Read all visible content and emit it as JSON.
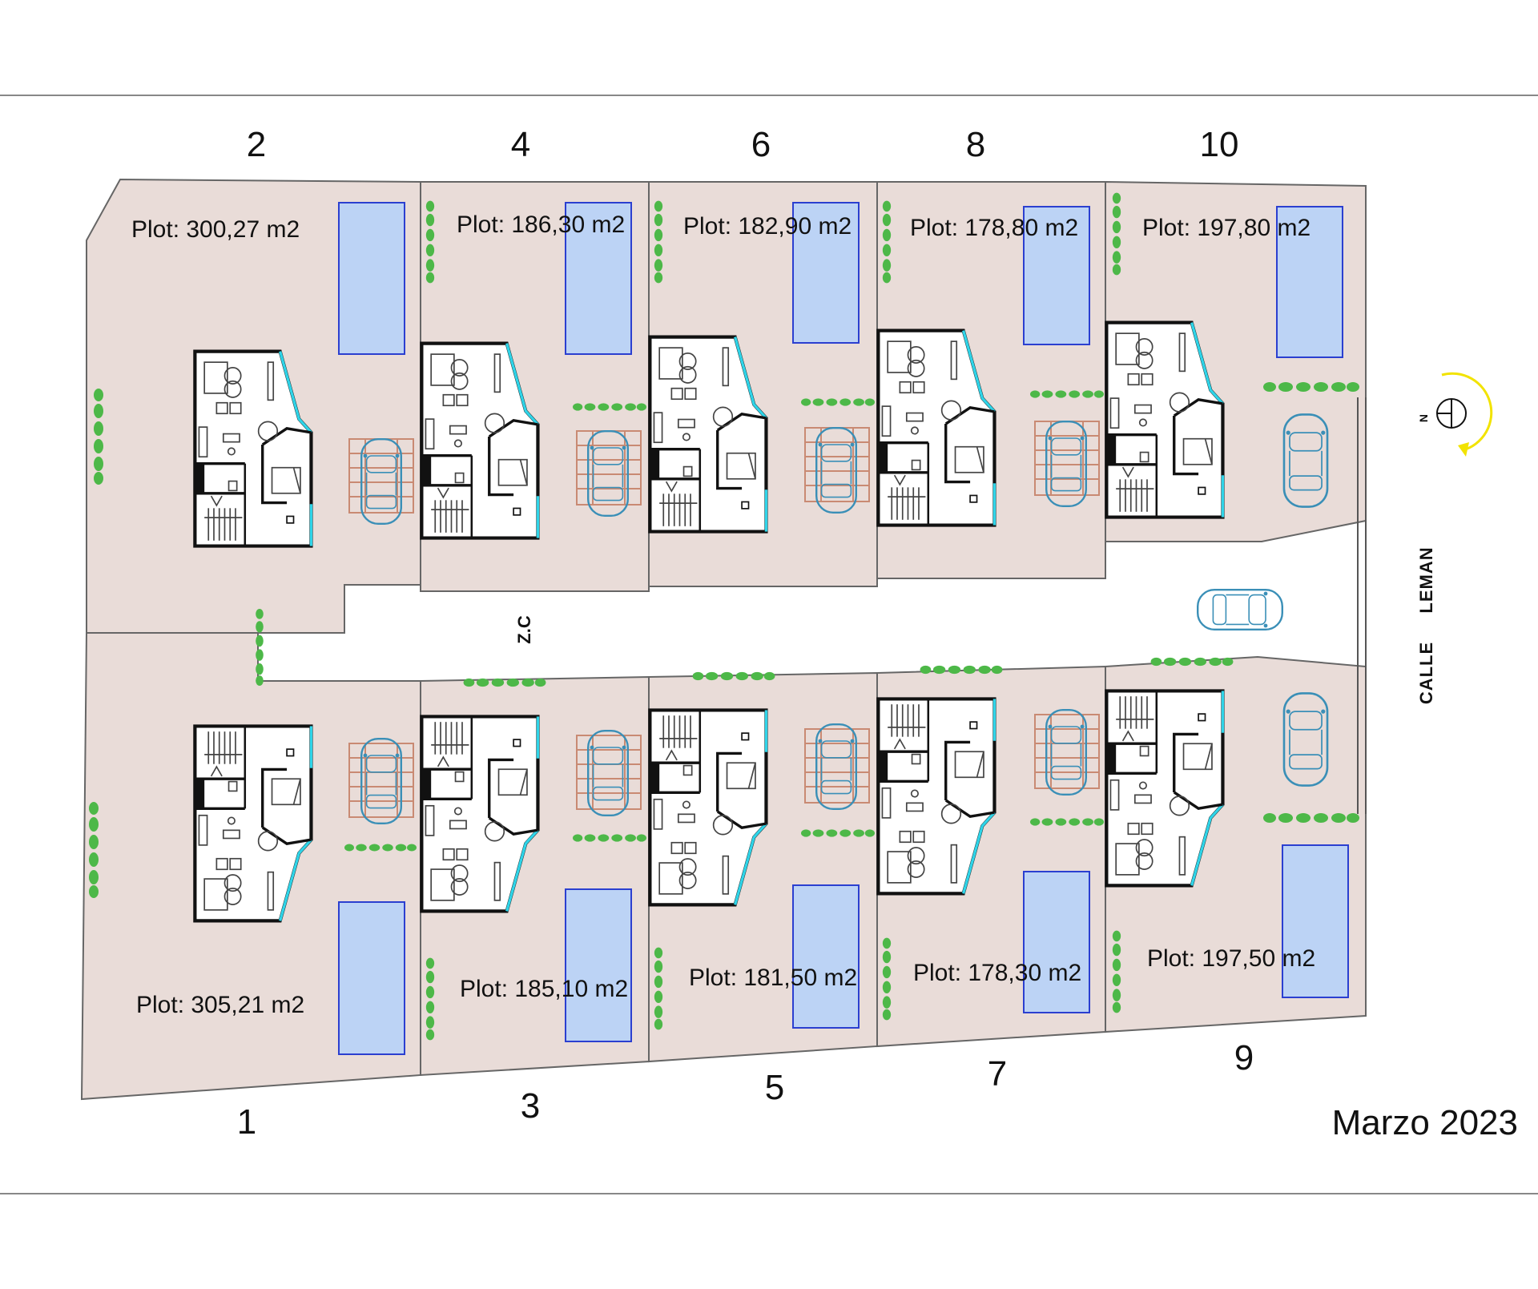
{
  "lots": [
    {
      "id": 2,
      "number": "2",
      "plot": "Plot: 300,27 m2",
      "row": "top"
    },
    {
      "id": 4,
      "number": "4",
      "plot": "Plot: 186,30 m2",
      "row": "top"
    },
    {
      "id": 6,
      "number": "6",
      "plot": "Plot: 182,90 m2",
      "row": "top"
    },
    {
      "id": 8,
      "number": "8",
      "plot": "Plot: 178,80 m2",
      "row": "top"
    },
    {
      "id": 10,
      "number": "10",
      "plot": "Plot: 197,80 m2",
      "row": "top"
    },
    {
      "id": 1,
      "number": "1",
      "plot": "Plot: 305,21 m2",
      "row": "bottom"
    },
    {
      "id": 3,
      "number": "3",
      "plot": "Plot: 185,10 m2",
      "row": "bottom"
    },
    {
      "id": 5,
      "number": "5",
      "plot": "Plot: 181,50 m2",
      "row": "bottom"
    },
    {
      "id": 7,
      "number": "7",
      "plot": "Plot: 178,30 m2",
      "row": "bottom"
    },
    {
      "id": 9,
      "number": "9",
      "plot": "Plot: 197,50 m2",
      "row": "bottom"
    }
  ],
  "street": {
    "word1": "CALLE",
    "word2": "LEMAN"
  },
  "common_zone": "Z.C",
  "date": "Marzo 2023",
  "north": "N",
  "colors": {
    "plot_fill": "#e9dcd8",
    "pool_fill": "#bcd3f5",
    "pool_stroke": "#2b3fd0",
    "glass": "#2fd4e8",
    "hedge": "#4db848",
    "car": "#3a8fb7",
    "pergola": "#c98a73",
    "compass_arrow": "#f2e300"
  }
}
